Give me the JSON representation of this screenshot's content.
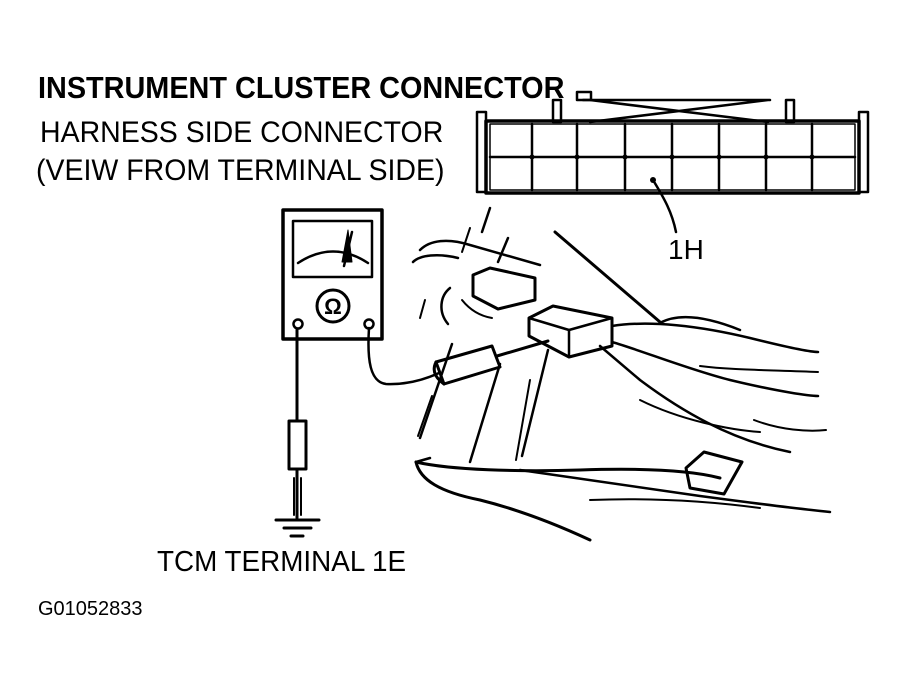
{
  "diagram": {
    "title_line_1": "INSTRUMENT CLUSTER CONNECTOR",
    "title_line_2": "HARNESS SIDE CONNECTOR",
    "title_line_3": "(VEIW FROM TERMINAL SIDE)",
    "terminal_label": "1H",
    "ohmmeter_symbol": "Ω",
    "ground_label": "TCM TERMINAL 1E",
    "figure_id": "G01052833"
  },
  "colors": {
    "ink": "#000000",
    "paper": "#ffffff"
  },
  "icons": [
    "ohmmeter-icon",
    "ground-symbol-icon",
    "connector-grid-icon",
    "test-probe-icon"
  ]
}
